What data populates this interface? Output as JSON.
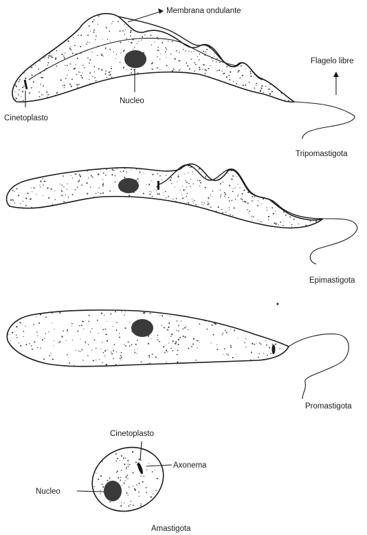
{
  "trypomastigote": {
    "name": "Tripomastigota",
    "labels": {
      "membrane": "Membrana ondulante",
      "flagellum": "Flagelo libre",
      "nucleus": "Nucleo",
      "kinetoplast": "Cinetoplasto"
    }
  },
  "epimastigote": {
    "name": "Epimastigota"
  },
  "promastigote": {
    "name": "Promastigota"
  },
  "amastigote": {
    "name": "Amastigota",
    "labels": {
      "kinetoplast": "Cinetoplasto",
      "axoneme": "Axonema",
      "nucleus": "Nucleo"
    }
  }
}
